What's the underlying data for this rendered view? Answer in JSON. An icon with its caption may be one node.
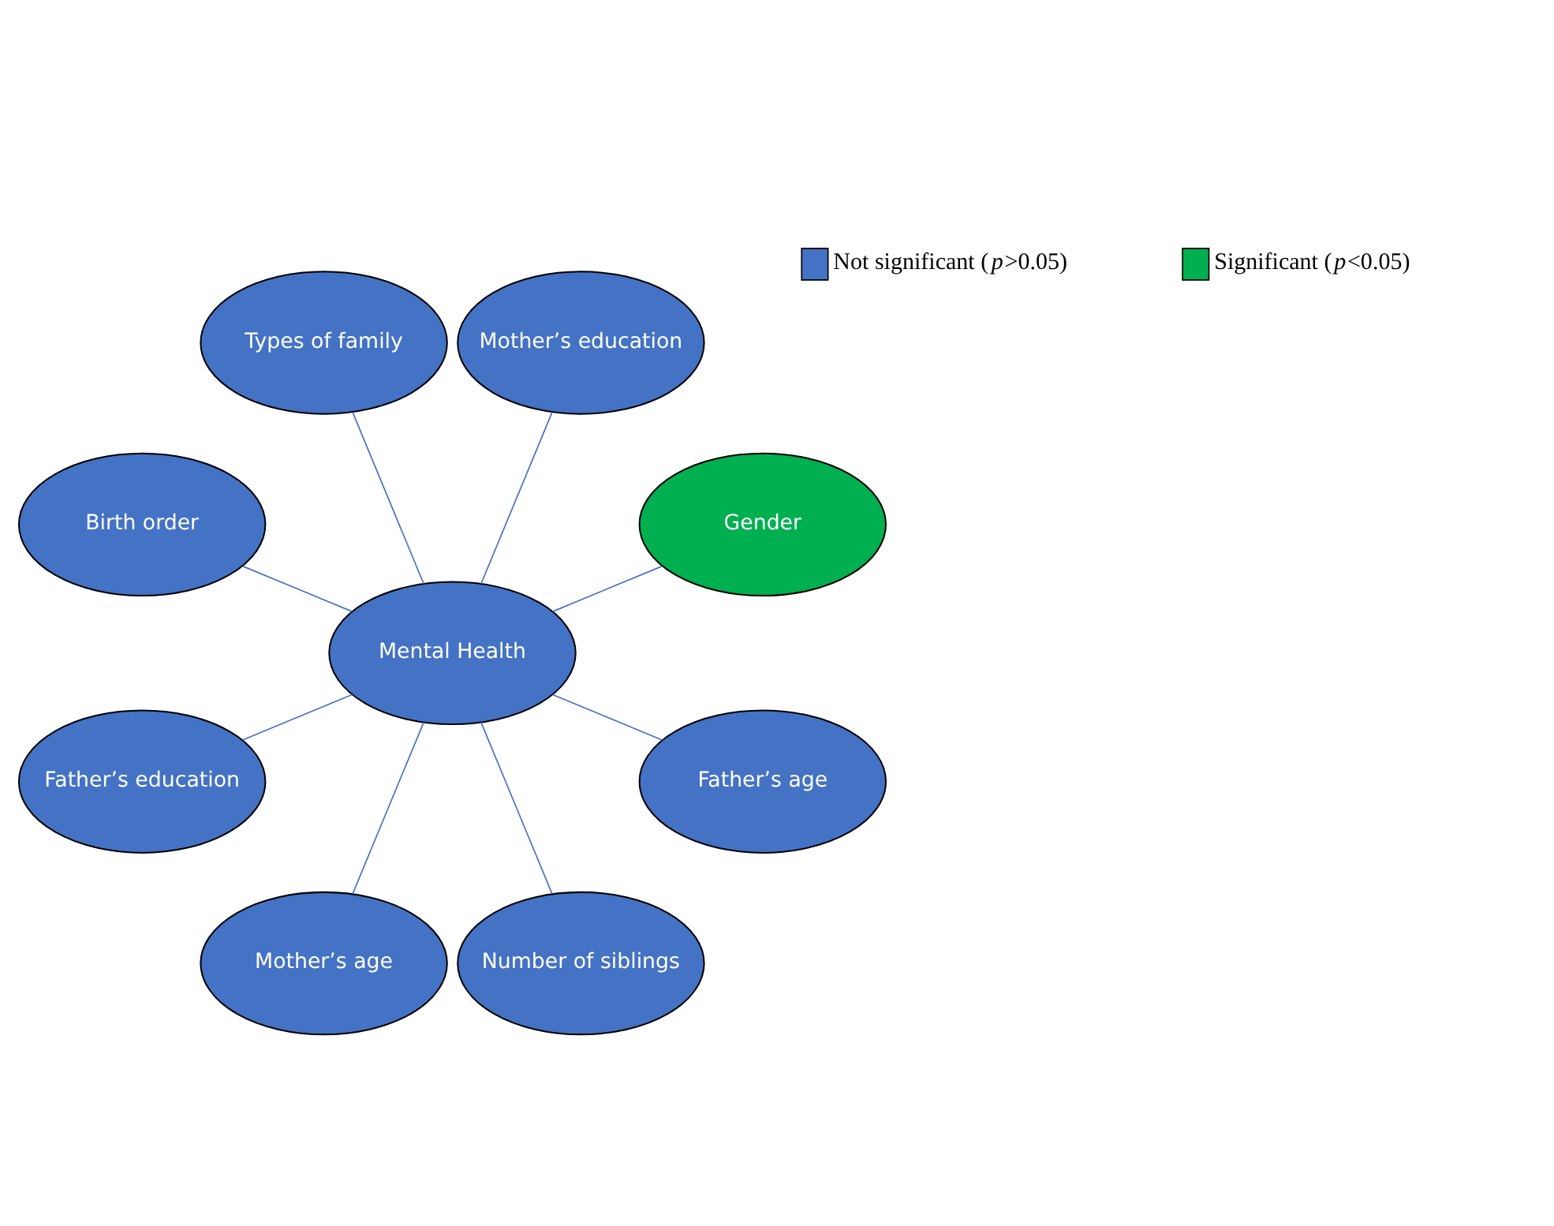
{
  "diagram": {
    "nodes": [
      {
        "text": [
          "Gender"
        ]
      },
      {
        "text": [
          "Mother’s education"
        ]
      },
      {
        "text": [
          "Types of family"
        ]
      },
      {
        "text": [
          "Mental Health"
        ]
      },
      {
        "text": [
          "Birth order"
        ]
      },
      {
        "text": [
          "Father’s education"
        ]
      },
      {
        "text": [
          "Mother’s age"
        ]
      },
      {
        "text": [
          "Number of siblings"
        ]
      },
      {
        "text": [
          "Father’s age"
        ]
      }
    ],
    "edges": [
      {
        "from": 3,
        "to": 0,
        "arrow": "none"
      },
      {
        "from": 3,
        "to": 1,
        "arrow": "none"
      },
      {
        "from": 3,
        "to": 2,
        "arrow": "none"
      },
      {
        "from": 3,
        "to": 4,
        "arrow": "none"
      },
      {
        "from": 3,
        "to": 5,
        "arrow": "none"
      },
      {
        "from": 3,
        "to": 6,
        "arrow": "none"
      },
      {
        "from": 3,
        "to": 7,
        "arrow": "none"
      },
      {
        "from": 3,
        "to": 8,
        "arrow": "none"
      }
    ],
    "legend": [
      {
        "text": "Not significant (*p*>0.05)",
        "color": "#4472c4"
      },
      {
        "text": "Significant (*p*<0.05)",
        "color": "#00b050"
      }
    ]
  }
}
